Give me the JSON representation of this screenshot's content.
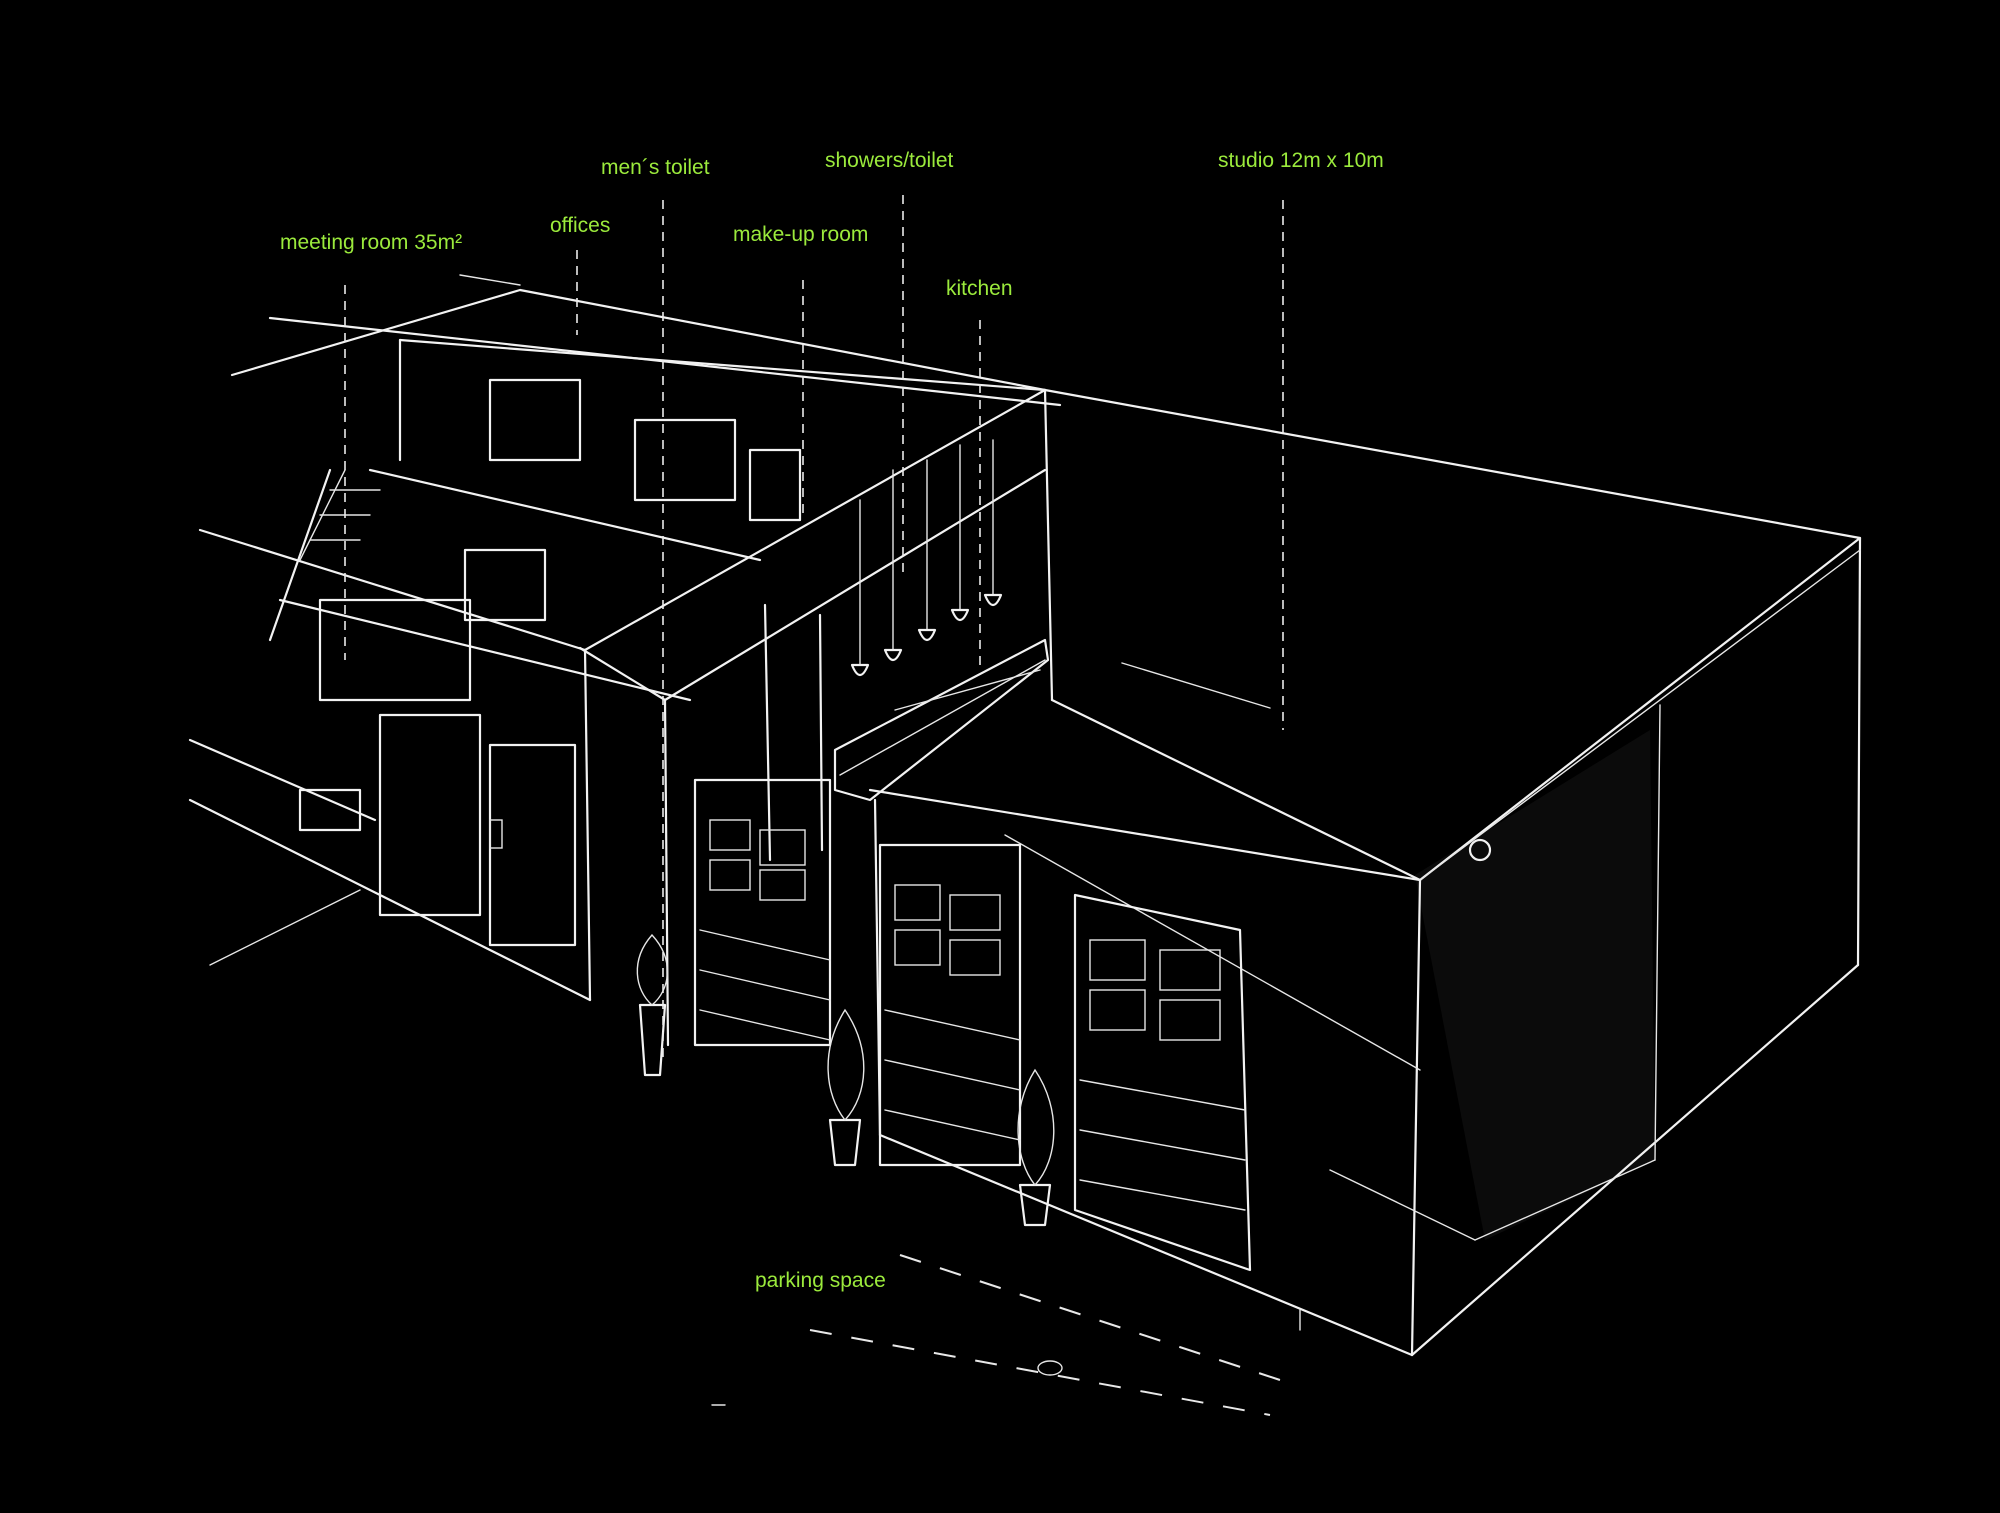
{
  "labels": {
    "meeting_room": "meeting room 35m²",
    "offices": "offices",
    "mens_toilet": "men´s toilet",
    "makeup_room": "make-up room",
    "showers_toilet": "showers/toilet",
    "kitchen": "kitchen",
    "studio": "studio 12m x 10m",
    "parking": "parking space"
  },
  "colors": {
    "background": "#000000",
    "sketch_line": "#f2f2f2",
    "label": "#9bea3c"
  }
}
